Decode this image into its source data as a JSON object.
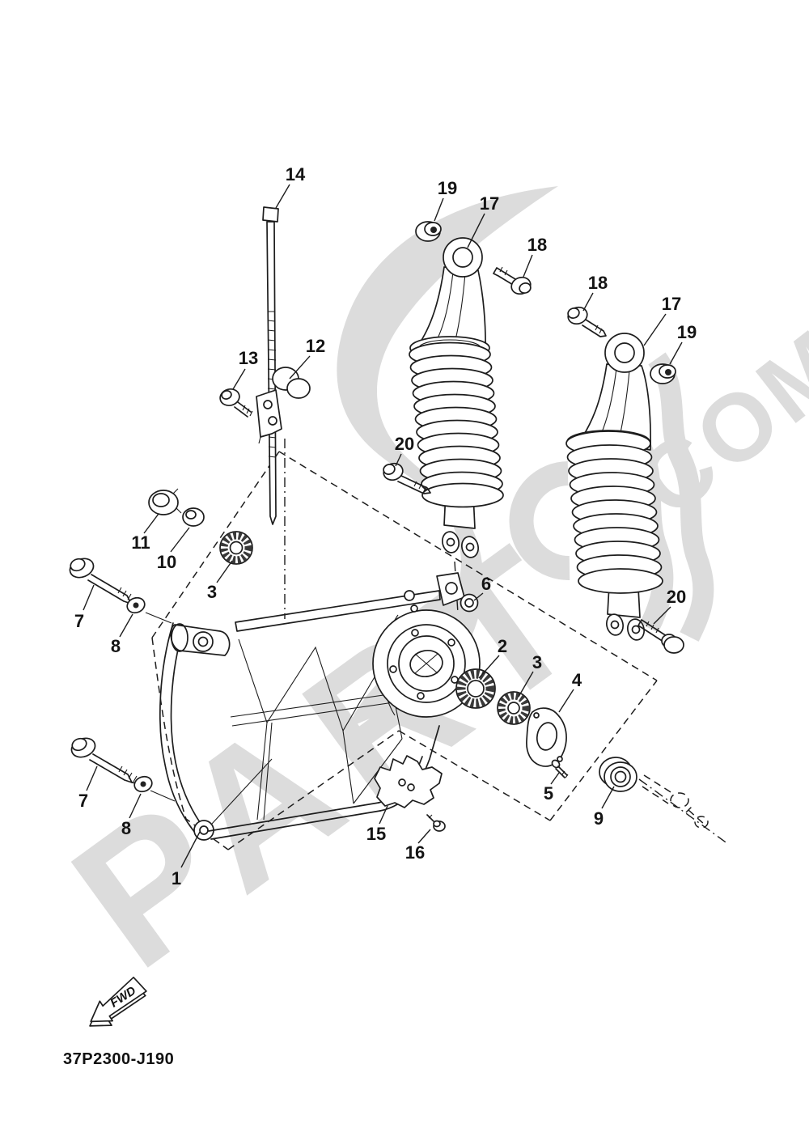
{
  "part_code": "37P2300-J190",
  "fwd_label": "FWD",
  "watermark": {
    "text": "PART",
    "suffix": ".COM",
    "color": "#dcdcdc"
  },
  "callouts": [
    {
      "id": "1",
      "label": "1"
    },
    {
      "id": "2",
      "label": "2"
    },
    {
      "id": "3-left",
      "label": "3"
    },
    {
      "id": "3-right",
      "label": "3"
    },
    {
      "id": "4",
      "label": "4"
    },
    {
      "id": "5",
      "label": "5"
    },
    {
      "id": "6",
      "label": "6"
    },
    {
      "id": "7-upper",
      "label": "7"
    },
    {
      "id": "7-lower",
      "label": "7"
    },
    {
      "id": "8-upper",
      "label": "8"
    },
    {
      "id": "8-lower",
      "label": "8"
    },
    {
      "id": "9",
      "label": "9"
    },
    {
      "id": "10",
      "label": "10"
    },
    {
      "id": "11",
      "label": "11"
    },
    {
      "id": "12",
      "label": "12"
    },
    {
      "id": "13",
      "label": "13"
    },
    {
      "id": "14",
      "label": "14"
    },
    {
      "id": "15",
      "label": "15"
    },
    {
      "id": "16",
      "label": "16"
    },
    {
      "id": "17-left",
      "label": "17"
    },
    {
      "id": "17-right",
      "label": "17"
    },
    {
      "id": "18-left",
      "label": "18"
    },
    {
      "id": "18-right",
      "label": "18"
    },
    {
      "id": "19-left",
      "label": "19"
    },
    {
      "id": "19-right",
      "label": "19"
    },
    {
      "id": "20-left",
      "label": "20"
    },
    {
      "id": "20-right",
      "label": "20"
    }
  ]
}
